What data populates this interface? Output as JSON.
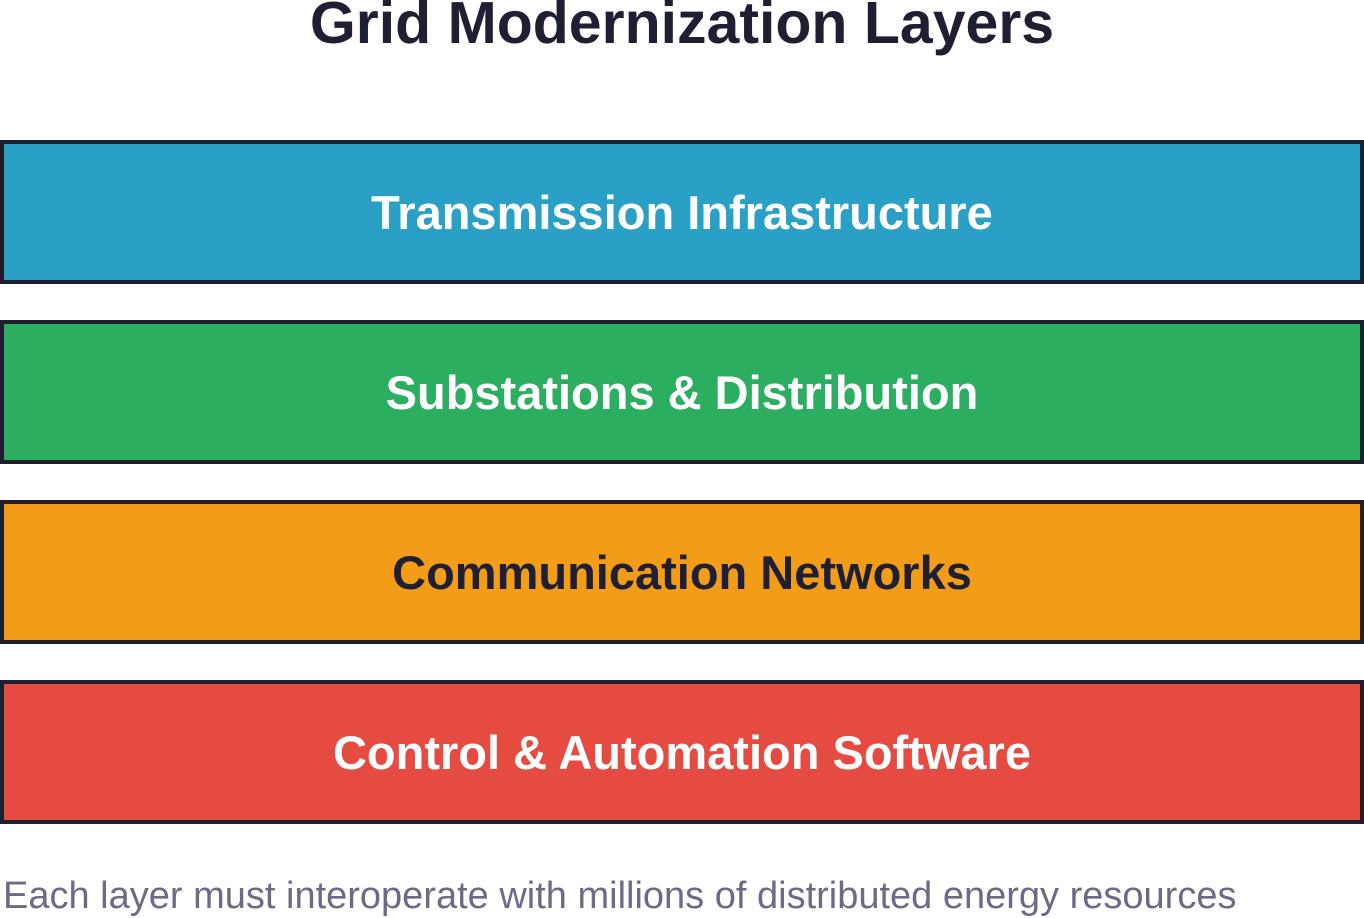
{
  "title": "Grid Modernization Layers",
  "layers": [
    {
      "label": "Transmission Infrastructure",
      "fill": "#2ba0c6",
      "text_color": "#ffffff"
    },
    {
      "label": "Substations & Distribution",
      "fill": "#2cae60",
      "text_color": "#ffffff"
    },
    {
      "label": "Communication Networks",
      "fill": "#f39c18",
      "text_color": "#1f1f33"
    },
    {
      "label": "Control & Automation Software",
      "fill": "#e54b40",
      "text_color": "#ffffff"
    }
  ],
  "footnote": "Each layer must interoperate with millions of distributed energy resources"
}
